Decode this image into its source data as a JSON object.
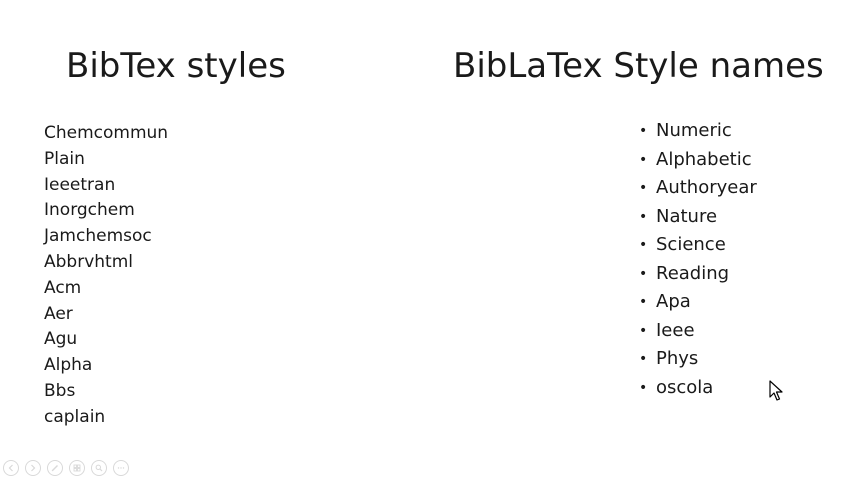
{
  "left": {
    "title": "BibTex styles",
    "items": [
      "Chemcommun",
      "Plain",
      "Ieeetran",
      "Inorgchem",
      "Jamchemsoc",
      "Abbrvhtml",
      "Acm",
      "Aer",
      "Agu",
      "Alpha",
      "Bbs",
      "caplain"
    ]
  },
  "right": {
    "title": "BibLaTex Style names",
    "bullet": "•",
    "items": [
      "Numeric",
      "Alphabetic",
      "Authoryear",
      "Nature",
      "Science",
      "Reading",
      "Apa",
      "Ieee",
      "Phys",
      "oscola"
    ]
  },
  "toolbar": {
    "icons": [
      "previous-icon",
      "next-icon",
      "pen-icon",
      "slides-icon",
      "zoom-icon",
      "more-icon"
    ]
  },
  "colors": {
    "text": "#1a1a1a",
    "background": "#ffffff",
    "toolbar_icon": "#d9d9d9"
  }
}
